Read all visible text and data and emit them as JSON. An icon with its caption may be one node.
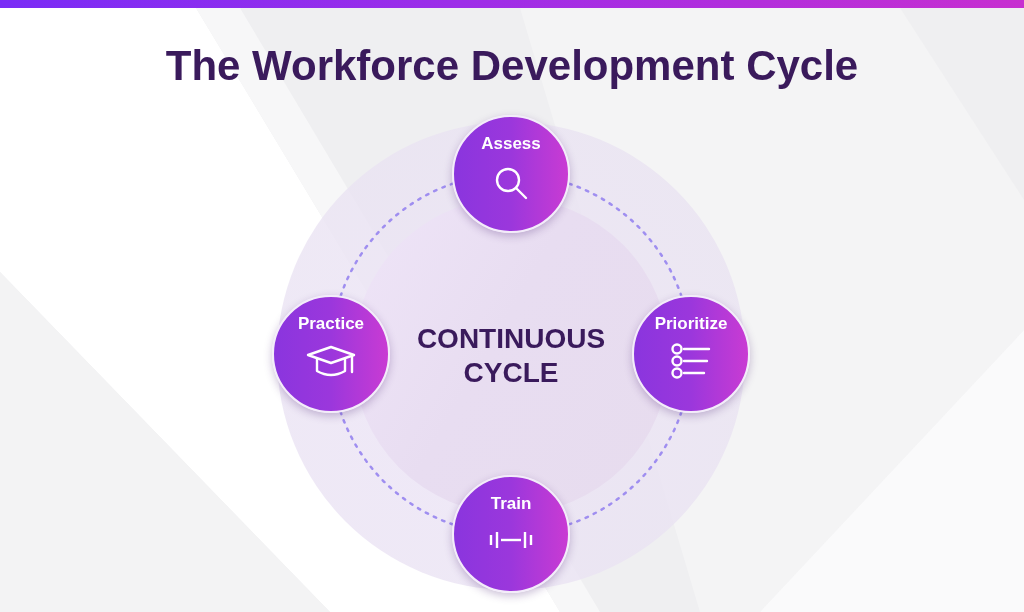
{
  "diagram": {
    "title": "The Workforce Development Cycle",
    "nodes": [
      {
        "text": [
          "Assess"
        ]
      },
      {
        "text": [
          "Practice"
        ]
      },
      {
        "text": [
          "CONTINUOUS CYCLE"
        ]
      },
      {
        "text": [
          "Prioritize"
        ]
      },
      {
        "text": [
          "Train"
        ]
      }
    ],
    "edges": [
      {
        "from": 0,
        "to": 3,
        "arrow": "none",
        "style": "dashed"
      },
      {
        "from": 3,
        "to": 4,
        "arrow": "none",
        "style": "dashed"
      },
      {
        "from": 4,
        "to": 1,
        "arrow": "none",
        "style": "dashed"
      },
      {
        "from": 1,
        "to": 0,
        "arrow": "none",
        "style": "dashed"
      }
    ]
  }
}
